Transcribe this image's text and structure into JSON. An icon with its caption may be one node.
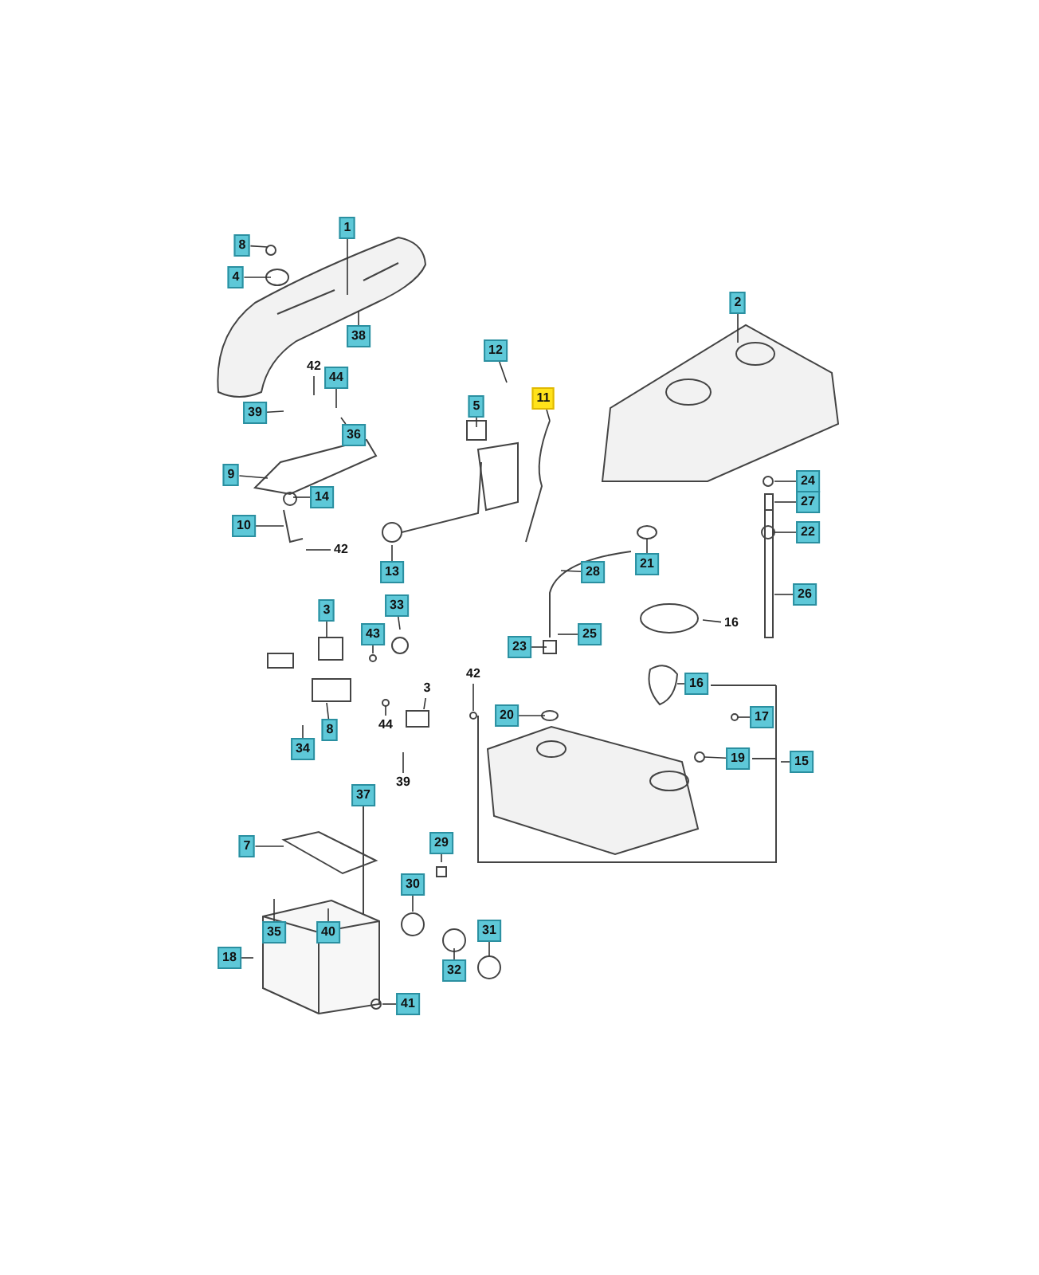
{
  "diagram": {
    "nodes": [
      {
        "text": [
          "1"
        ]
      },
      {
        "text": [
          "8"
        ]
      },
      {
        "text": [
          "4"
        ]
      },
      {
        "text": [
          "38"
        ]
      },
      {
        "text": [
          "2"
        ]
      },
      {
        "text": [
          "12"
        ]
      },
      {
        "text": [
          "42"
        ]
      },
      {
        "text": [
          "44"
        ]
      },
      {
        "text": [
          "5"
        ]
      },
      {
        "text": [
          "11"
        ]
      },
      {
        "text": [
          "39"
        ]
      },
      {
        "text": [
          "36"
        ]
      },
      {
        "text": [
          "9"
        ]
      },
      {
        "text": [
          "24"
        ]
      },
      {
        "text": [
          "14"
        ]
      },
      {
        "text": [
          "27"
        ]
      },
      {
        "text": [
          "10"
        ]
      },
      {
        "text": [
          "22"
        ]
      },
      {
        "text": [
          "42"
        ]
      },
      {
        "text": [
          "28"
        ]
      },
      {
        "text": [
          "13"
        ]
      },
      {
        "text": [
          "21"
        ]
      },
      {
        "text": [
          "26"
        ]
      },
      {
        "text": [
          "3"
        ]
      },
      {
        "text": [
          "33"
        ]
      },
      {
        "text": [
          "16"
        ]
      },
      {
        "text": [
          "43"
        ]
      },
      {
        "text": [
          "23"
        ]
      },
      {
        "text": [
          "25"
        ]
      },
      {
        "text": [
          "16"
        ]
      },
      {
        "text": [
          "3"
        ]
      },
      {
        "text": [
          "42"
        ]
      },
      {
        "text": [
          "20"
        ]
      },
      {
        "text": [
          "44"
        ]
      },
      {
        "text": [
          "8"
        ]
      },
      {
        "text": [
          "19"
        ]
      },
      {
        "text": [
          "17"
        ]
      },
      {
        "text": [
          "15"
        ]
      },
      {
        "text": [
          "34"
        ]
      },
      {
        "text": [
          "39"
        ]
      },
      {
        "text": [
          "37"
        ]
      },
      {
        "text": [
          "7"
        ]
      },
      {
        "text": [
          "29"
        ]
      },
      {
        "text": [
          "30"
        ]
      },
      {
        "text": [
          "35"
        ]
      },
      {
        "text": [
          "40"
        ]
      },
      {
        "text": [
          "31"
        ]
      },
      {
        "text": [
          "18"
        ]
      },
      {
        "text": [
          "32"
        ]
      },
      {
        "text": [
          "41"
        ]
      }
    ],
    "edges": [
      {
        "from": 0,
        "to": null,
        "arrow": "none"
      },
      {
        "from": 1,
        "to": null,
        "arrow": "none"
      },
      {
        "from": 2,
        "to": null,
        "arrow": "none"
      },
      {
        "from": 3,
        "to": null,
        "arrow": "none"
      },
      {
        "from": 4,
        "to": null,
        "arrow": "none"
      },
      {
        "from": 5,
        "to": null,
        "arrow": "none"
      },
      {
        "from": 6,
        "to": null,
        "arrow": "none"
      },
      {
        "from": 7,
        "to": null,
        "arrow": "none"
      },
      {
        "from": 8,
        "to": null,
        "arrow": "none"
      },
      {
        "from": 9,
        "to": null,
        "arrow": "none"
      },
      {
        "from": 10,
        "to": null,
        "arrow": "none"
      },
      {
        "from": 11,
        "to": null,
        "arrow": "none"
      },
      {
        "from": 12,
        "to": null,
        "arrow": "none"
      },
      {
        "from": 13,
        "to": null,
        "arrow": "none"
      },
      {
        "from": 14,
        "to": null,
        "arrow": "none"
      },
      {
        "from": 15,
        "to": null,
        "arrow": "none"
      },
      {
        "from": 16,
        "to": null,
        "arrow": "none"
      },
      {
        "from": 17,
        "to": null,
        "arrow": "none"
      },
      {
        "from": 18,
        "to": null,
        "arrow": "none"
      },
      {
        "from": 19,
        "to": null,
        "arrow": "none"
      },
      {
        "from": 20,
        "to": null,
        "arrow": "none"
      },
      {
        "from": 21,
        "to": null,
        "arrow": "none"
      },
      {
        "from": 22,
        "to": null,
        "arrow": "none"
      },
      {
        "from": 23,
        "to": null,
        "arrow": "none"
      },
      {
        "from": 24,
        "to": null,
        "arrow": "none"
      },
      {
        "from": 25,
        "to": null,
        "arrow": "none"
      },
      {
        "from": 26,
        "to": null,
        "arrow": "none"
      },
      {
        "from": 27,
        "to": null,
        "arrow": "none"
      },
      {
        "from": 28,
        "to": null,
        "arrow": "none"
      },
      {
        "from": 29,
        "to": null,
        "arrow": "none"
      },
      {
        "from": 30,
        "to": null,
        "arrow": "none"
      },
      {
        "from": 31,
        "to": null,
        "arrow": "none"
      },
      {
        "from": 32,
        "to": null,
        "arrow": "none"
      },
      {
        "from": 33,
        "to": null,
        "arrow": "none"
      },
      {
        "from": 34,
        "to": null,
        "arrow": "none"
      },
      {
        "from": 35,
        "to": null,
        "arrow": "none"
      },
      {
        "from": 36,
        "to": null,
        "arrow": "none"
      },
      {
        "from": 37,
        "to": null,
        "arrow": "none"
      },
      {
        "from": 38,
        "to": null,
        "arrow": "none"
      },
      {
        "from": 39,
        "to": null,
        "arrow": "none"
      },
      {
        "from": 40,
        "to": null,
        "arrow": "none"
      },
      {
        "from": 41,
        "to": null,
        "arrow": "none"
      },
      {
        "from": 42,
        "to": null,
        "arrow": "none"
      },
      {
        "from": 43,
        "to": null,
        "arrow": "none"
      },
      {
        "from": 44,
        "to": null,
        "arrow": "none"
      },
      {
        "from": 45,
        "to": null,
        "arrow": "none"
      },
      {
        "from": 46,
        "to": null,
        "arrow": "none"
      },
      {
        "from": 47,
        "to": null,
        "arrow": "none"
      },
      {
        "from": 48,
        "to": null,
        "arrow": "none"
      },
      {
        "from": 49,
        "to": null,
        "arrow": "none"
      }
    ]
  }
}
